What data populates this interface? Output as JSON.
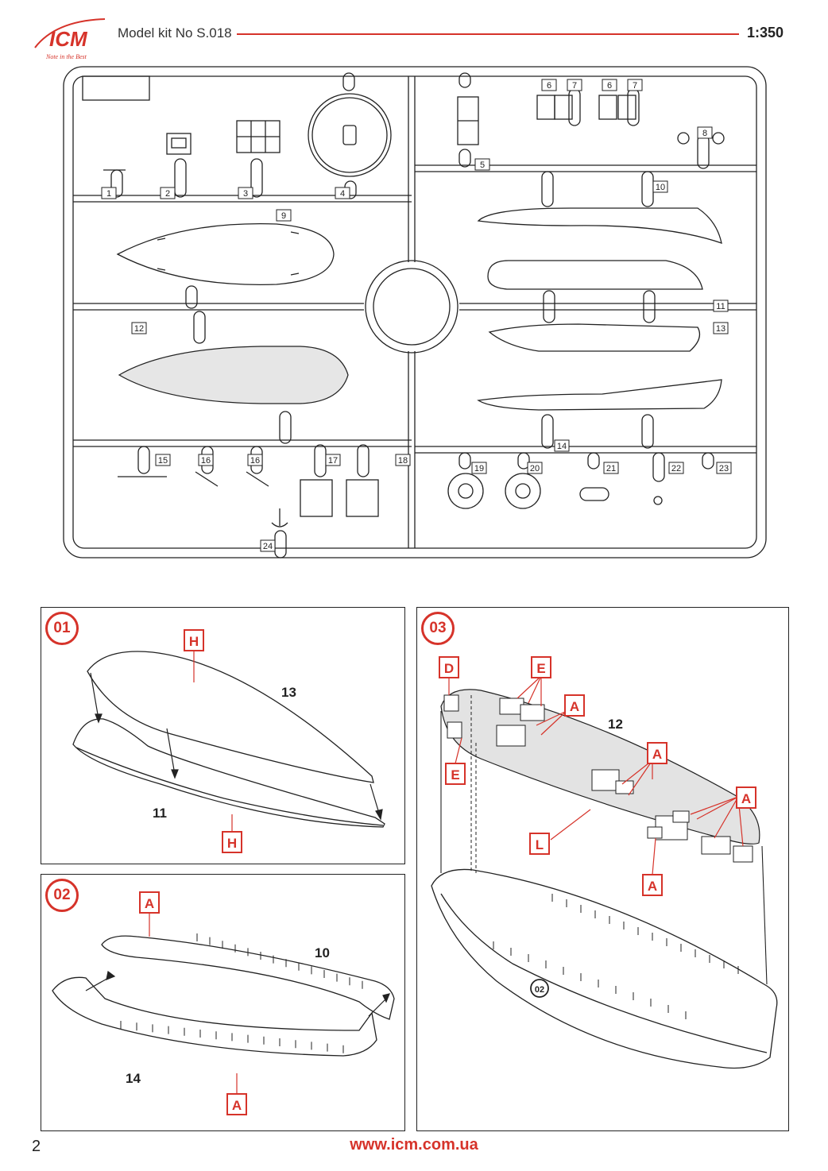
{
  "header": {
    "brand": "ICM",
    "tagline": "Note in the Best",
    "title": "Model kit No S.018",
    "scale": "1:350"
  },
  "sprue": {
    "part_numbers": [
      "1",
      "2",
      "3",
      "4",
      "5",
      "6",
      "7",
      "6",
      "7",
      "8",
      "9",
      "10",
      "11",
      "12",
      "13",
      "14",
      "15",
      "16",
      "16",
      "17",
      "18",
      "19",
      "20",
      "21",
      "22",
      "23",
      "24"
    ]
  },
  "steps": [
    {
      "number": "01",
      "labels": {
        "h_top": "H",
        "h_bottom": "H",
        "p13": "13",
        "p11": "11"
      }
    },
    {
      "number": "02",
      "labels": {
        "a_top": "A",
        "a_bottom": "A",
        "p10": "10",
        "p14": "14"
      }
    },
    {
      "number": "03",
      "labels": {
        "d": "D",
        "e_top": "E",
        "e_left": "E",
        "a1": "A",
        "a2": "A",
        "a3": "A",
        "a4": "A",
        "l": "L",
        "p12": "12",
        "ref02": "02"
      }
    }
  ],
  "colors": {
    "accent": "#d6332a",
    "line": "#222222"
  },
  "footer": {
    "page": "2",
    "url": "www.icm.com.ua"
  }
}
